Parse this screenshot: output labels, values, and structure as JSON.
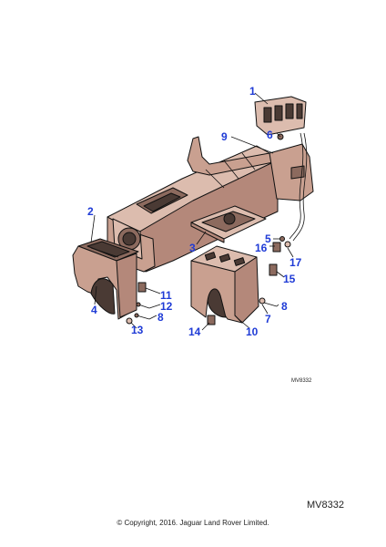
{
  "diagram": {
    "callouts": [
      {
        "id": "c1",
        "label": "1"
      },
      {
        "id": "c2",
        "label": "2"
      },
      {
        "id": "c3",
        "label": "3"
      },
      {
        "id": "c4",
        "label": "4"
      },
      {
        "id": "c5",
        "label": "5"
      },
      {
        "id": "c6",
        "label": "6"
      },
      {
        "id": "c7",
        "label": "7"
      },
      {
        "id": "c8a",
        "label": "8"
      },
      {
        "id": "c8b",
        "label": "8"
      },
      {
        "id": "c9",
        "label": "9"
      },
      {
        "id": "c10",
        "label": "10"
      },
      {
        "id": "c11",
        "label": "11"
      },
      {
        "id": "c12",
        "label": "12"
      },
      {
        "id": "c13",
        "label": "13"
      },
      {
        "id": "c14",
        "label": "14"
      },
      {
        "id": "c15",
        "label": "15"
      },
      {
        "id": "c16",
        "label": "16"
      },
      {
        "id": "c17",
        "label": "17"
      }
    ],
    "reference_small": "MV8332",
    "reference_large": "MV8332",
    "copyright": "© Copyright, 2016. Jaguar Land Rover Limited."
  },
  "colors": {
    "callout": "#1f3bd6",
    "part_fill": "#c9a090"
  }
}
